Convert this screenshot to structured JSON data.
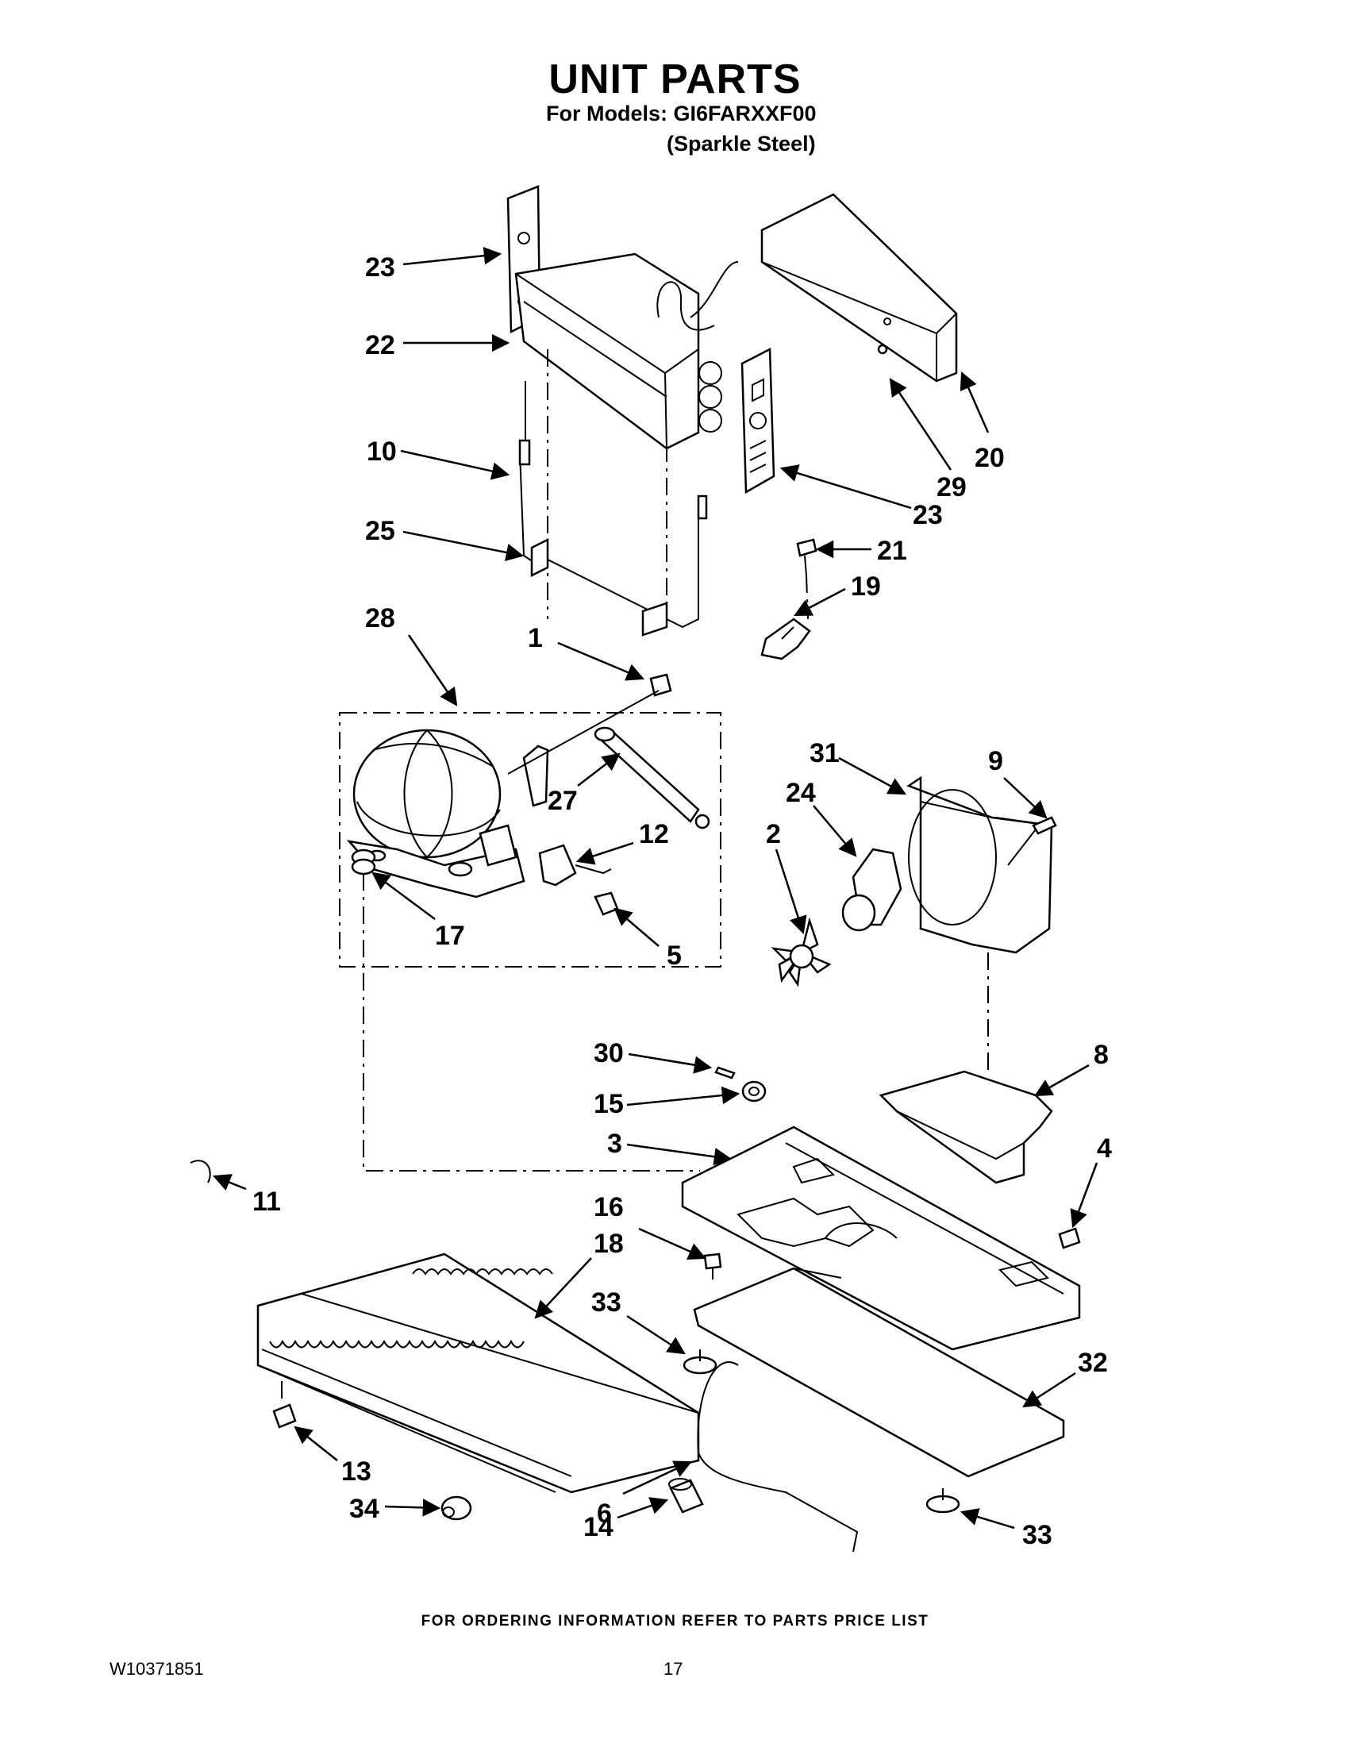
{
  "header": {
    "title": "UNIT PARTS",
    "models_line": "For Models: GI6FARXXF00",
    "variant_line": "(Sparkle Steel)"
  },
  "footer": {
    "ordering_note": "FOR ORDERING INFORMATION REFER TO PARTS PRICE LIST",
    "doc_number": "W10371851",
    "page_number": "17"
  },
  "callouts": [
    {
      "id": "c23a",
      "label": "23"
    },
    {
      "id": "c22",
      "label": "22"
    },
    {
      "id": "c10",
      "label": "10"
    },
    {
      "id": "c25",
      "label": "25"
    },
    {
      "id": "c20",
      "label": "20"
    },
    {
      "id": "c29",
      "label": "29"
    },
    {
      "id": "c23b",
      "label": "23"
    },
    {
      "id": "c21",
      "label": "21"
    },
    {
      "id": "c19",
      "label": "19"
    },
    {
      "id": "c28",
      "label": "28"
    },
    {
      "id": "c1",
      "label": "1"
    },
    {
      "id": "c27",
      "label": "27"
    },
    {
      "id": "c12",
      "label": "12"
    },
    {
      "id": "c17",
      "label": "17"
    },
    {
      "id": "c5",
      "label": "5"
    },
    {
      "id": "c31",
      "label": "31"
    },
    {
      "id": "c9",
      "label": "9"
    },
    {
      "id": "c24",
      "label": "24"
    },
    {
      "id": "c2",
      "label": "2"
    },
    {
      "id": "c30",
      "label": "30"
    },
    {
      "id": "c15",
      "label": "15"
    },
    {
      "id": "c8",
      "label": "8"
    },
    {
      "id": "c3",
      "label": "3"
    },
    {
      "id": "c4",
      "label": "4"
    },
    {
      "id": "c11",
      "label": "11"
    },
    {
      "id": "c16",
      "label": "16"
    },
    {
      "id": "c18",
      "label": "18"
    },
    {
      "id": "c33a",
      "label": "33"
    },
    {
      "id": "c32",
      "label": "32"
    },
    {
      "id": "c13",
      "label": "13"
    },
    {
      "id": "c6",
      "label": "6"
    },
    {
      "id": "c34",
      "label": "34"
    },
    {
      "id": "c14",
      "label": "14"
    },
    {
      "id": "c33b",
      "label": "33"
    }
  ]
}
